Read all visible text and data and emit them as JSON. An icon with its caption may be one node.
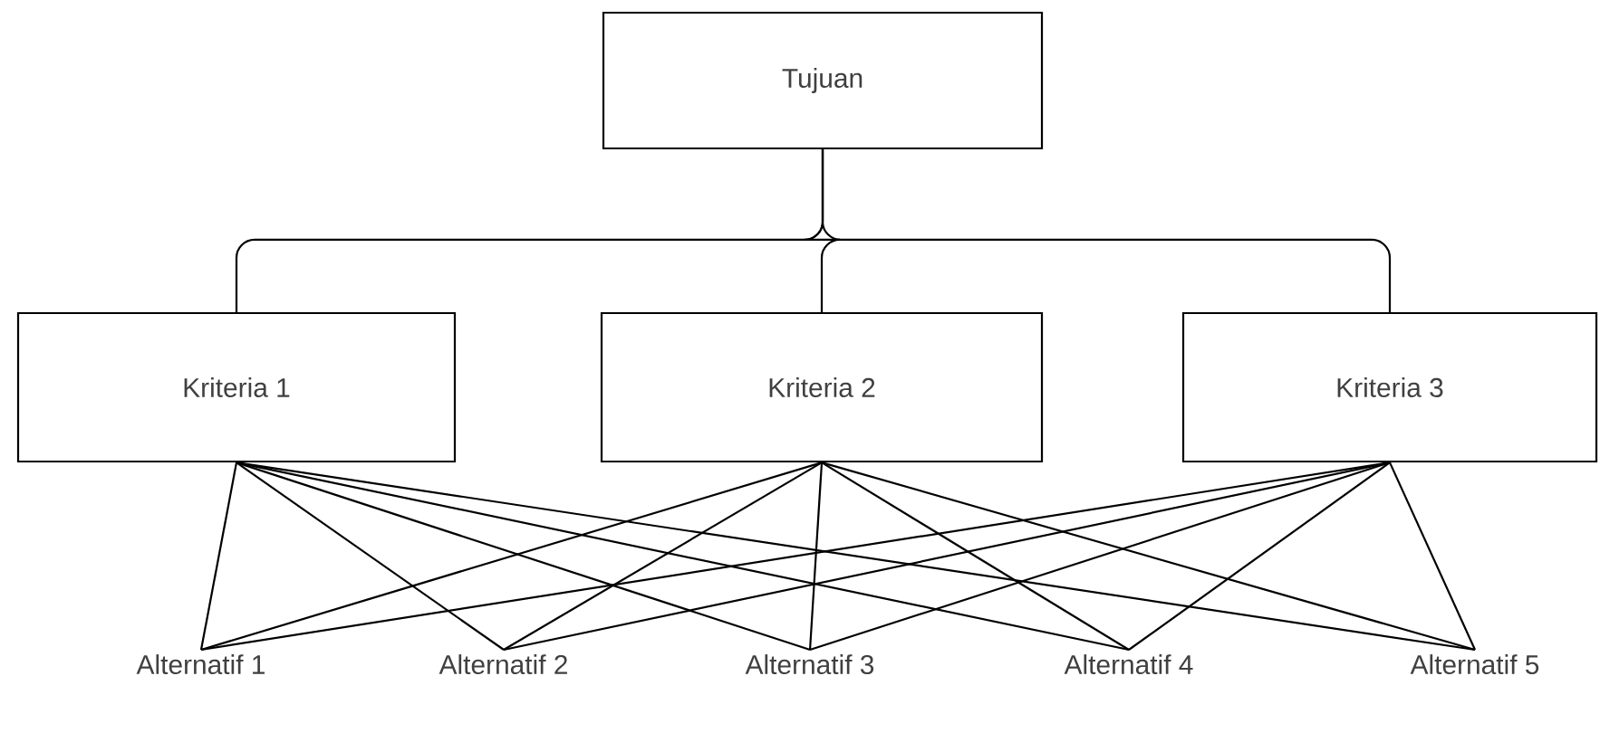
{
  "diagram": {
    "nodes": [
      {
        "text": [
          "Tujuan"
        ]
      },
      {
        "text": [
          "Kriteria 1"
        ]
      },
      {
        "text": [
          "Kriteria 2"
        ]
      },
      {
        "text": [
          "Kriteria 3"
        ]
      },
      {
        "text": [
          "Alternatif 1"
        ]
      },
      {
        "text": [
          "Alternatif 2"
        ]
      },
      {
        "text": [
          "Alternatif 3"
        ]
      },
      {
        "text": [
          "Alternatif 4"
        ]
      },
      {
        "text": [
          "Alternatif 5"
        ]
      }
    ],
    "edges": [
      {
        "from": 0,
        "to": 1,
        "arrow": "none"
      },
      {
        "from": 0,
        "to": 2,
        "arrow": "none"
      },
      {
        "from": 0,
        "to": 3,
        "arrow": "none"
      },
      {
        "from": 1,
        "to": 4,
        "arrow": "none"
      },
      {
        "from": 1,
        "to": 5,
        "arrow": "none"
      },
      {
        "from": 1,
        "to": 6,
        "arrow": "none"
      },
      {
        "from": 1,
        "to": 7,
        "arrow": "none"
      },
      {
        "from": 1,
        "to": 8,
        "arrow": "none"
      },
      {
        "from": 2,
        "to": 4,
        "arrow": "none"
      },
      {
        "from": 2,
        "to": 5,
        "arrow": "none"
      },
      {
        "from": 2,
        "to": 6,
        "arrow": "none"
      },
      {
        "from": 2,
        "to": 7,
        "arrow": "none"
      },
      {
        "from": 2,
        "to": 8,
        "arrow": "none"
      },
      {
        "from": 3,
        "to": 4,
        "arrow": "none"
      },
      {
        "from": 3,
        "to": 5,
        "arrow": "none"
      },
      {
        "from": 3,
        "to": 6,
        "arrow": "none"
      },
      {
        "from": 3,
        "to": 7,
        "arrow": "none"
      },
      {
        "from": 3,
        "to": 8,
        "arrow": "none"
      }
    ]
  }
}
